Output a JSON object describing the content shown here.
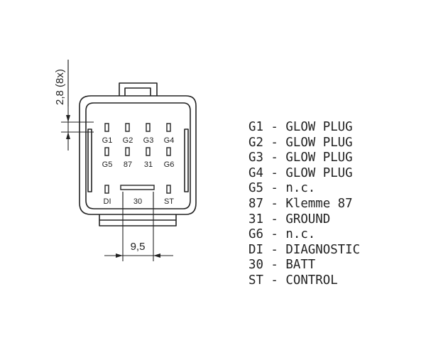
{
  "connector": {
    "dimension_pitch": "2,8 (8x)",
    "dimension_width": "9,5",
    "pin_labels": {
      "row1": [
        "G1",
        "G2",
        "G3",
        "G4"
      ],
      "row2": [
        "G5",
        "87",
        "31",
        "G6"
      ],
      "row3": [
        "DI",
        "30",
        "ST"
      ]
    }
  },
  "legend": [
    {
      "code": "G1",
      "sep": " - ",
      "desc": "GLOW PLUG"
    },
    {
      "code": "G2",
      "sep": " - ",
      "desc": "GLOW PLUG"
    },
    {
      "code": "G3",
      "sep": " - ",
      "desc": "GLOW PLUG"
    },
    {
      "code": "G4",
      "sep": " - ",
      "desc": "GLOW PLUG"
    },
    {
      "code": "G5",
      "sep": " - ",
      "desc": "n.c."
    },
    {
      "code": "87",
      "sep": " - ",
      "desc": "Klemme 87"
    },
    {
      "code": "31",
      "sep": " - ",
      "desc": "GROUND"
    },
    {
      "code": "G6",
      "sep": " - ",
      "desc": "n.c."
    },
    {
      "code": "DI",
      "sep": " - ",
      "desc": "DIAGNOSTIC"
    },
    {
      "code": "30",
      "sep": " - ",
      "desc": "BATT"
    },
    {
      "code": "ST",
      "sep": " - ",
      "desc": "CONTROL"
    }
  ]
}
